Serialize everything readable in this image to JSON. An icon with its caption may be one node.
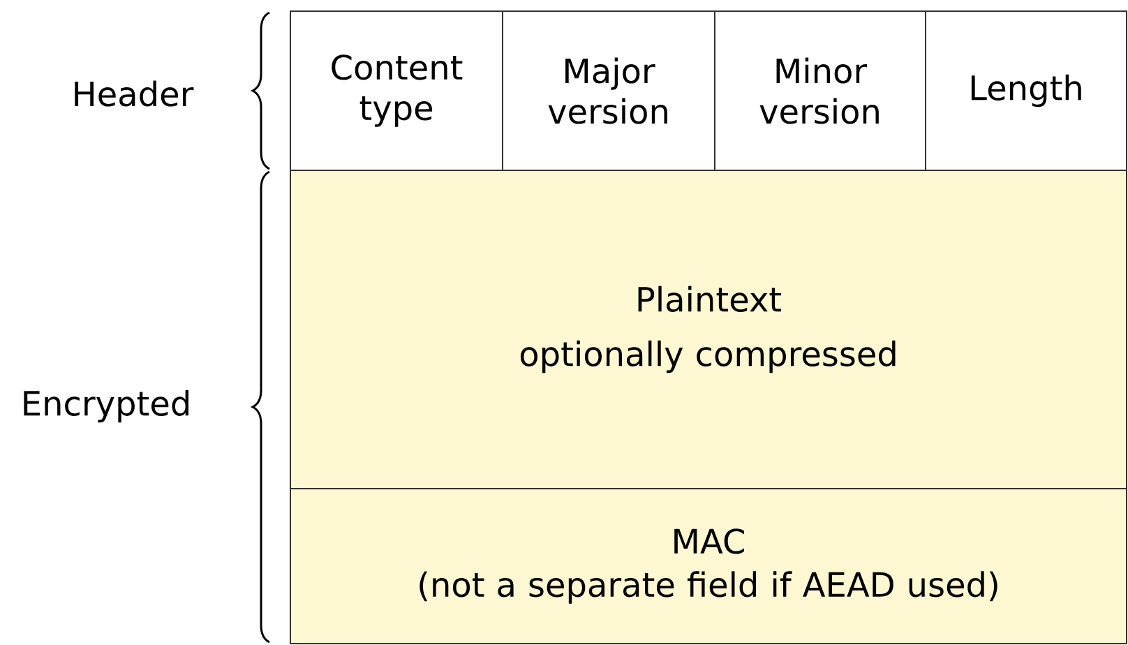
{
  "diagram": {
    "nodes": [
      {
        "text": [
          "Content type"
        ]
      },
      {
        "text": [
          "Major version"
        ]
      },
      {
        "text": [
          "Minor version"
        ]
      },
      {
        "text": [
          "Length"
        ]
      },
      {
        "text": [
          "Plaintext",
          "optionally compressed"
        ]
      },
      {
        "text": [
          "MAC",
          "(not a separate field if AEAD used)"
        ]
      }
    ],
    "labels": [
      "Header",
      "Encrypted"
    ]
  }
}
